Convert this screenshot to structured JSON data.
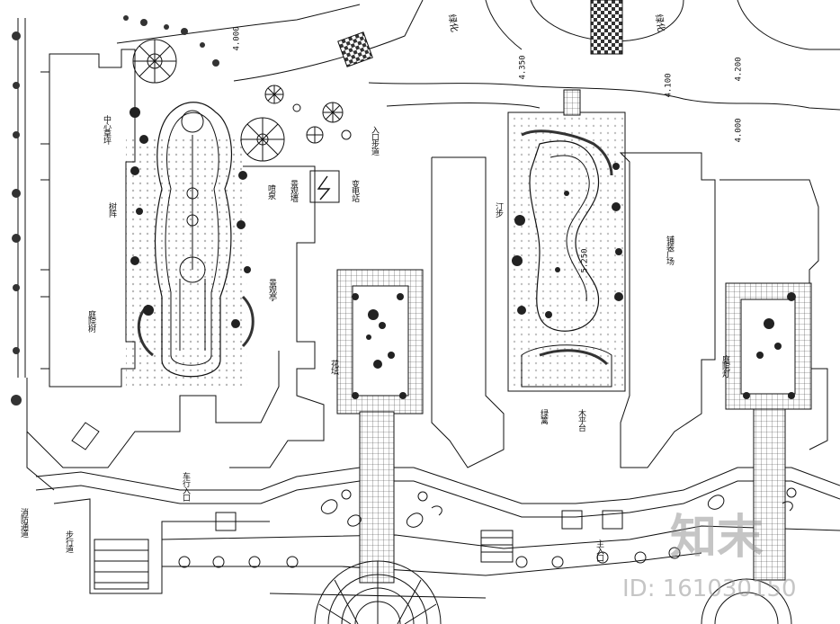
{
  "labels": {
    "greenbelt_a": "绿化",
    "greenbelt_b": "绿化",
    "entrance_walk": "入口步道",
    "substation": "变电站",
    "scenic_wall": "景观墙",
    "central_lawn": "中心草坪",
    "fountain": "喷泉",
    "tree_array": "树阵",
    "pavilion": "景观亭",
    "courtyard_trees": "庭院树",
    "flower_bed": "花坛",
    "stone_path": "汀步",
    "plaza_paving": "铺装广场",
    "road_a": "消防通道",
    "road_b": "步行道",
    "vehicle_entry": "车行入口",
    "gate": "主入口",
    "hedge": "绿篱",
    "deck": "木平台",
    "lamp": "庭院灯"
  },
  "levels": {
    "l1": "4.000",
    "l2": "4.350",
    "l3": "4.200",
    "l4": "4.100",
    "l5": "4.000",
    "l6": "5.250"
  },
  "watermark": {
    "logo": "知末",
    "id": "ID: 161030150"
  }
}
